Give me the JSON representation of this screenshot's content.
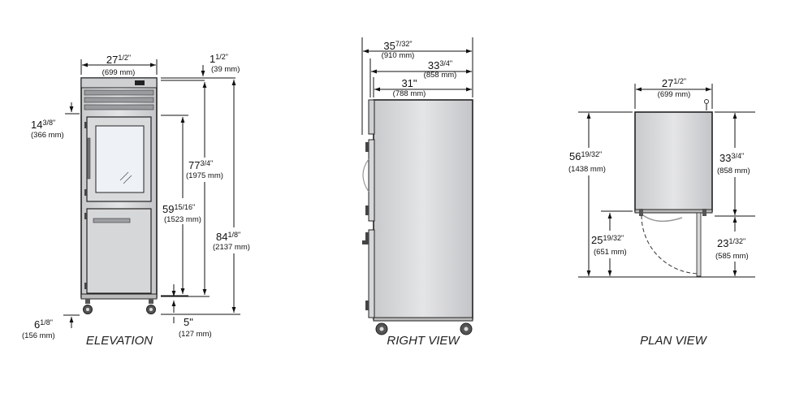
{
  "captions": {
    "elevation": "ELEVATION",
    "right_view": "RIGHT VIEW",
    "plan_view": "PLAN VIEW"
  },
  "elevation": {
    "width_in": "27",
    "width_frac": "1/2\"",
    "width_mm": "(699 mm)",
    "top_in": "1",
    "top_frac": "1/2\"",
    "top_mm": "(39 mm)",
    "grille_in": "14",
    "grille_frac": "3/8\"",
    "grille_mm": "(366 mm)",
    "cab_in": "77",
    "cab_frac": "3/4\"",
    "cab_mm": "(1975 mm)",
    "door_in": "59",
    "door_frac": "15/16\"",
    "door_mm": "(1523 mm)",
    "overall_in": "84",
    "overall_frac": "1/8\"",
    "overall_mm": "(2137 mm)",
    "caster_in": "6",
    "caster_frac": "1/8\"",
    "caster_mm": "(156 mm)",
    "leg_in": "5\"",
    "leg_mm": "(127 mm)"
  },
  "right_view": {
    "depth1_in": "35",
    "depth1_frac": "7/32\"",
    "depth1_mm": "(910 mm)",
    "depth2_in": "33",
    "depth2_frac": "3/4\"",
    "depth2_mm": "(858 mm)",
    "depth3_in": "31\"",
    "depth3_mm": "(788 mm)"
  },
  "plan_view": {
    "width_in": "27",
    "width_frac": "1/2\"",
    "width_mm": "(699 mm)",
    "swing_in": "56",
    "swing_frac": "19/32\"",
    "swing_mm": "(1438 mm)",
    "depth_in": "33",
    "depth_frac": "3/4\"",
    "depth_mm": "(858 mm)",
    "door_in": "25",
    "door_frac": "19/32\"",
    "door_mm": "(651 mm)",
    "open_in": "23",
    "open_frac": "1/32\"",
    "open_mm": "(585 mm)"
  }
}
